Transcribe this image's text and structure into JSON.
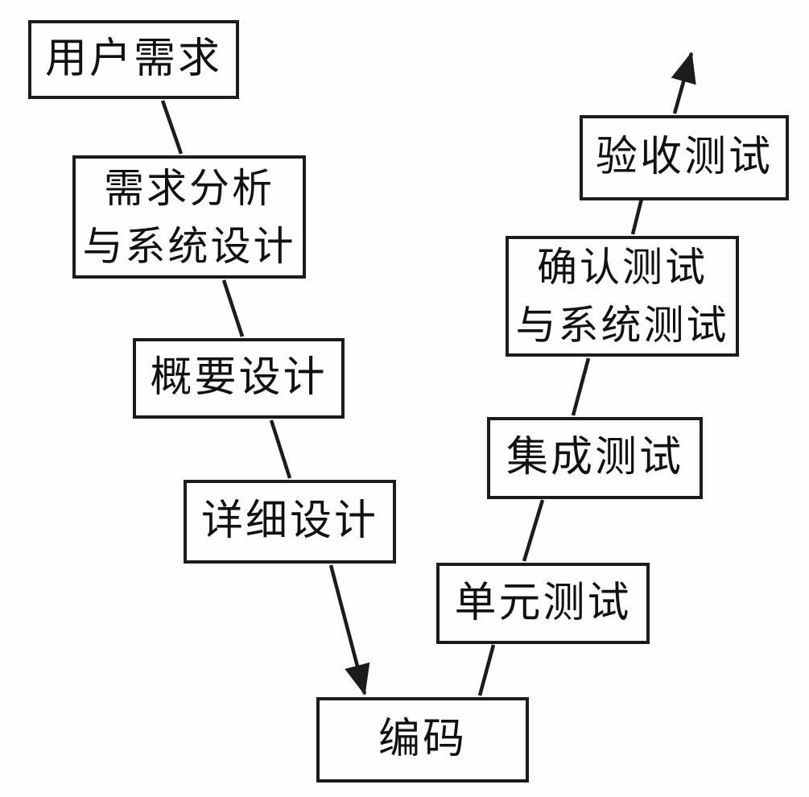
{
  "diagram": {
    "type": "flowchart",
    "description": "V-model software development process diagram (scanned figure)",
    "colors": {
      "background": "#fefefe",
      "line": "#1c1c1c",
      "text": "#111111",
      "box_fill": "#fefefe"
    },
    "nodes": [
      {
        "id": "user-requirements",
        "lines": [
          "用户需求"
        ]
      },
      {
        "id": "requirements-analysis-and-system-design",
        "lines": [
          "需求分析",
          "与系统设计"
        ]
      },
      {
        "id": "high-level-design",
        "lines": [
          "概要设计"
        ]
      },
      {
        "id": "detailed-design",
        "lines": [
          "详细设计"
        ]
      },
      {
        "id": "coding",
        "lines": [
          "编码"
        ]
      },
      {
        "id": "unit-testing",
        "lines": [
          "单元测试"
        ]
      },
      {
        "id": "integration-testing",
        "lines": [
          "集成测试"
        ]
      },
      {
        "id": "validation-and-system-testing",
        "lines": [
          "确认测试",
          "与系统测试"
        ]
      },
      {
        "id": "acceptance-testing",
        "lines": [
          "验收测试"
        ]
      }
    ],
    "edges": [
      {
        "from": "user-requirements",
        "to": "requirements-analysis-and-system-design",
        "arrowhead": false
      },
      {
        "from": "requirements-analysis-and-system-design",
        "to": "high-level-design",
        "arrowhead": false
      },
      {
        "from": "high-level-design",
        "to": "detailed-design",
        "arrowhead": false
      },
      {
        "from": "detailed-design",
        "to": "coding",
        "arrowhead": true
      },
      {
        "from": "coding",
        "to": "unit-testing",
        "arrowhead": false
      },
      {
        "from": "unit-testing",
        "to": "integration-testing",
        "arrowhead": false
      },
      {
        "from": "integration-testing",
        "to": "validation-and-system-testing",
        "arrowhead": false
      },
      {
        "from": "validation-and-system-testing",
        "to": "acceptance-testing",
        "arrowhead": false
      },
      {
        "from": "acceptance-testing",
        "to": "exit-top",
        "arrowhead": true
      }
    ]
  }
}
